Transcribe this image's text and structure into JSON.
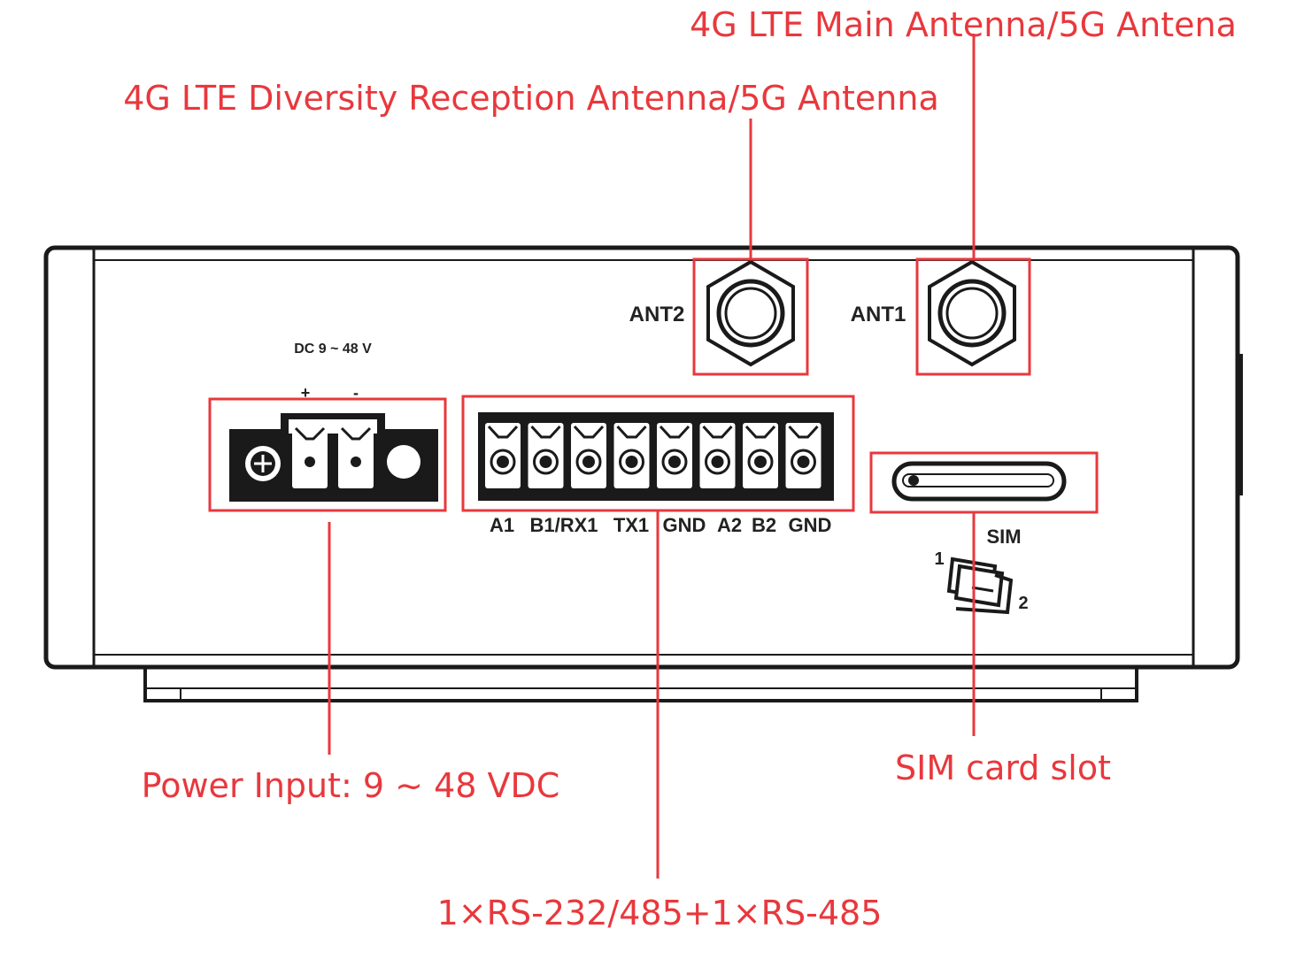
{
  "callouts": {
    "main_antenna": "4G LTE Main Antenna/5G Antena",
    "diversity_antenna": "4G LTE Diversity Reception Antenna/5G Antenna",
    "power_input": "Power Input: 9  ~  48 VDC",
    "sim_slot": "SIM card slot",
    "serial_ports": "1×RS-232/485+1×RS-485"
  },
  "device": {
    "ant1_label": "ANT1",
    "ant2_label": "ANT2",
    "dc_label": "DC 9 ~ 48 V",
    "power_plus": "+",
    "power_minus": "-",
    "sim_label": "SIM",
    "sim_orientation_1": "1",
    "sim_orientation_2": "2",
    "terminal_pins": [
      "A1",
      "B1/RX1",
      "TX1",
      "GND",
      "A2",
      "B2",
      "GND"
    ]
  },
  "colors": {
    "callout": "#e8383d",
    "outline": "#1a1a1a"
  }
}
